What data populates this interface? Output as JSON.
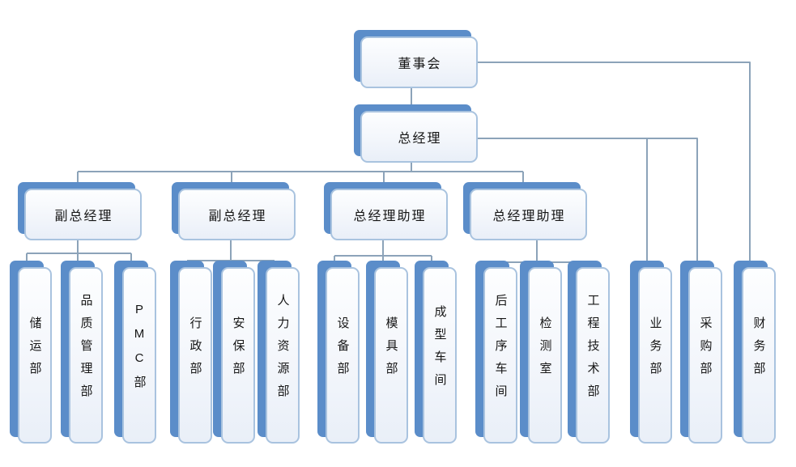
{
  "diagram": {
    "type": "organization-chart",
    "language": "zh-CN",
    "colors": {
      "node_accent": "#5B8DC9",
      "node_border": "#A9C3DF",
      "node_fill_top": "#FDFEFF",
      "node_fill_bottom": "#E9EFF8",
      "connector_line": "#8CA3B9",
      "text": "#161616",
      "background": "#FFFFFF"
    },
    "nodes": {
      "board": {
        "label": "董事会"
      },
      "gm": {
        "label": "总经理"
      },
      "dgm1": {
        "label": "副总经理"
      },
      "dgm2": {
        "label": "副总经理"
      },
      "assistant1": {
        "label": "总经理助理"
      },
      "assistant2": {
        "label": "总经理助理"
      },
      "storage": {
        "label": "储运部"
      },
      "quality": {
        "label": "品质管理部"
      },
      "pmc": {
        "label": "PMC部"
      },
      "admin": {
        "label": "行政部"
      },
      "security": {
        "label": "安保部"
      },
      "hr": {
        "label": "人力资源部"
      },
      "equipment": {
        "label": "设备部"
      },
      "mold": {
        "label": "模具部"
      },
      "molding_workshop": {
        "label": "成型车间"
      },
      "post_process_workshop": {
        "label": "后工序车间"
      },
      "inspection_room": {
        "label": "检测室"
      },
      "engineering": {
        "label": "工程技术部"
      },
      "business": {
        "label": "业务部"
      },
      "purchasing": {
        "label": "采购部"
      },
      "finance": {
        "label": "财务部"
      }
    },
    "structure": {
      "董事会": [
        "总经理",
        "财务部"
      ],
      "总经理": [
        "副总经理(左1)",
        "副总经理(左2)",
        "总经理助理(左3)",
        "总经理助理(左4)",
        "业务部",
        "采购部"
      ],
      "副总经理(左1)": [
        "储运部",
        "品质管理部",
        "PMC部"
      ],
      "副总经理(左2)": [
        "行政部",
        "安保部",
        "人力资源部"
      ],
      "总经理助理(左3)": [
        "设备部",
        "模具部",
        "成型车间"
      ],
      "总经理助理(左4)": [
        "后工序车间",
        "检测室",
        "工程技术部"
      ]
    }
  }
}
